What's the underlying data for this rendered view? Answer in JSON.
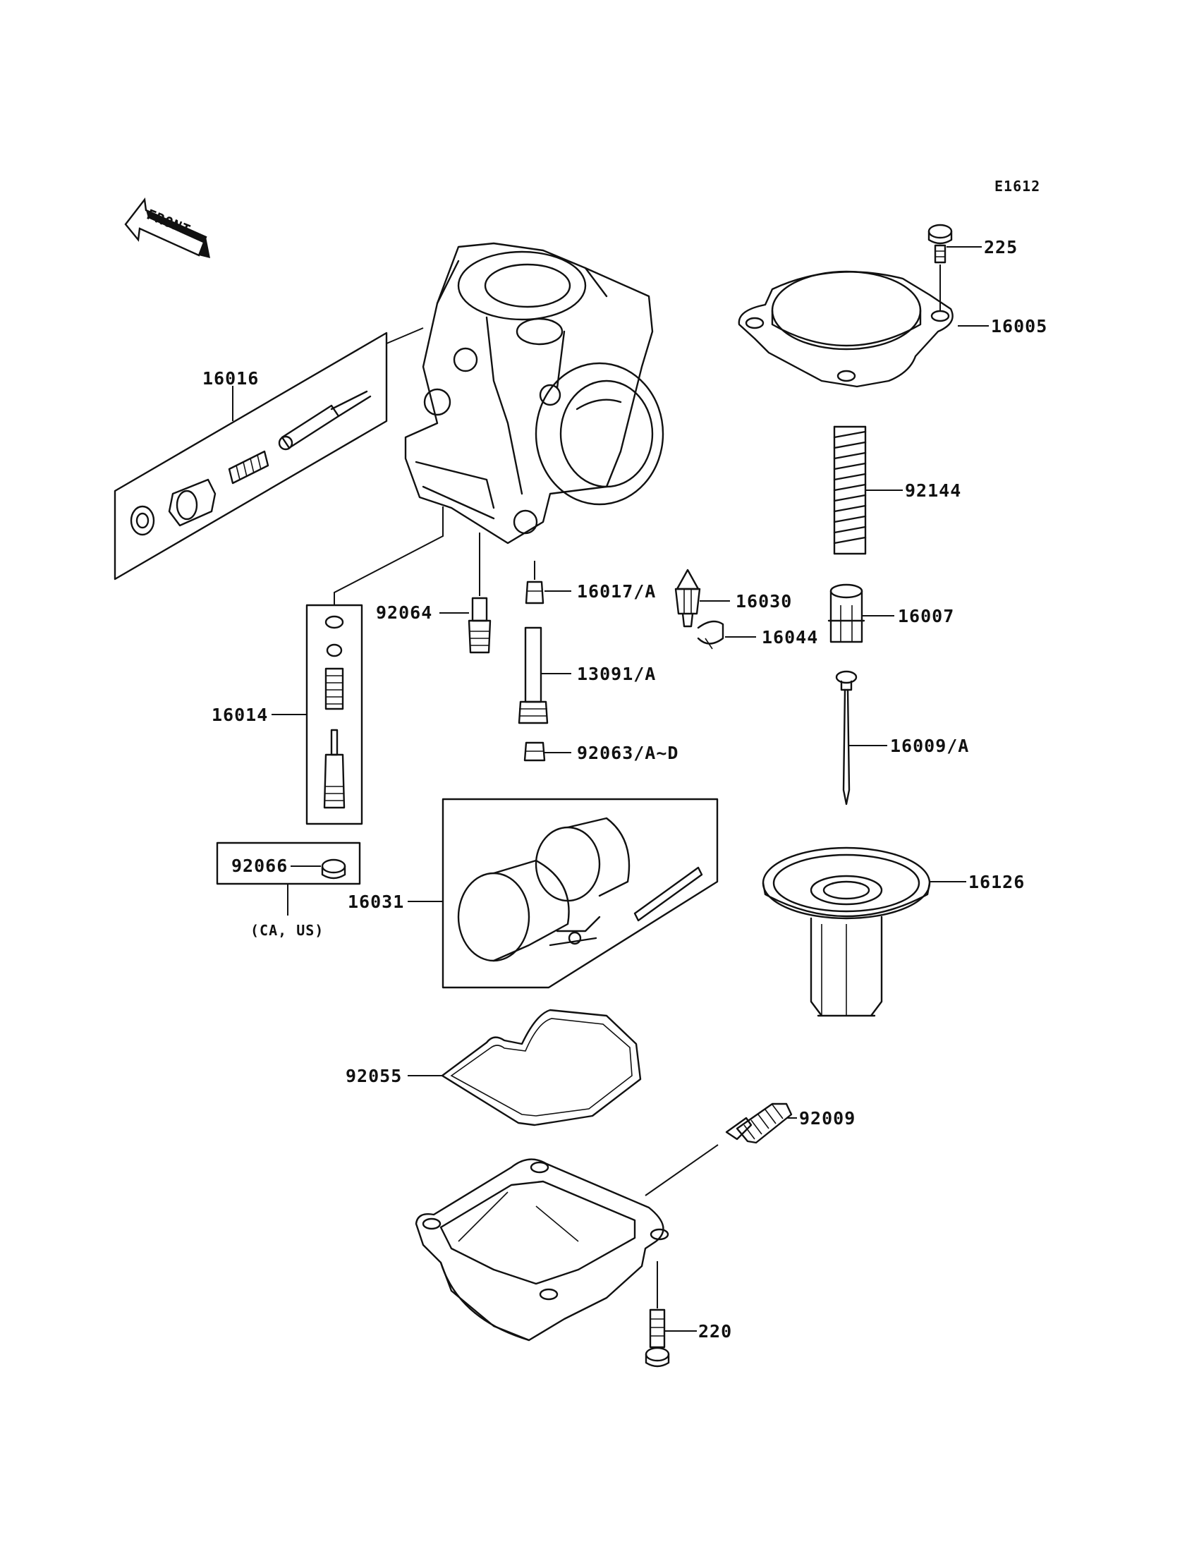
{
  "diagram_code": "E1612",
  "front_label": "FRONT",
  "parts": [
    {
      "id": "p225",
      "number": "225"
    },
    {
      "id": "p16005",
      "number": "16005"
    },
    {
      "id": "p16016",
      "number": "16016"
    },
    {
      "id": "p92144",
      "number": "92144"
    },
    {
      "id": "p16017",
      "number": "16017/A"
    },
    {
      "id": "p16030",
      "number": "16030"
    },
    {
      "id": "p92064",
      "number": "92064"
    },
    {
      "id": "p16007",
      "number": "16007"
    },
    {
      "id": "p16044",
      "number": "16044"
    },
    {
      "id": "p13091",
      "number": "13091/A"
    },
    {
      "id": "p16014",
      "number": "16014"
    },
    {
      "id": "p16009",
      "number": "16009/A"
    },
    {
      "id": "p92063",
      "number": "92063/A~D"
    },
    {
      "id": "p92066",
      "number": "92066"
    },
    {
      "id": "p16126",
      "number": "16126"
    },
    {
      "id": "p16031",
      "number": "16031"
    },
    {
      "id": "p92055",
      "number": "92055"
    },
    {
      "id": "p92009",
      "number": "92009"
    },
    {
      "id": "p220",
      "number": "220"
    }
  ],
  "notes": {
    "ca_us": "(CA, US)"
  }
}
